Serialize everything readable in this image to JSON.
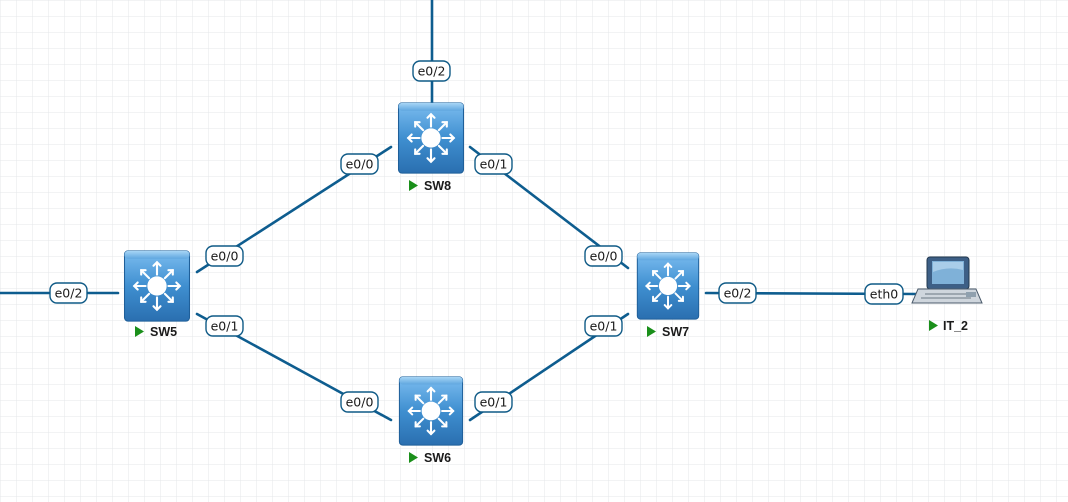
{
  "theme": {
    "grid": "#e3e6ea",
    "link": "#0e5d8f",
    "run": "#1a8f1a",
    "switch_top": "#6fb3e8",
    "switch_bottom": "#2f78b8"
  },
  "nodes": [
    {
      "id": "sw8",
      "label": "SW8",
      "type": "switch",
      "icon": "switch-icon",
      "status": "running"
    },
    {
      "id": "sw5",
      "label": "SW5",
      "type": "switch",
      "icon": "switch-icon",
      "status": "running"
    },
    {
      "id": "sw7",
      "label": "SW7",
      "type": "switch",
      "icon": "switch-icon",
      "status": "running"
    },
    {
      "id": "sw6",
      "label": "SW6",
      "type": "switch",
      "icon": "switch-icon",
      "status": "running"
    },
    {
      "id": "it2",
      "label": "IT_2",
      "type": "pc",
      "icon": "computer-icon",
      "status": "running"
    }
  ],
  "ports": {
    "sw8_up": "e0/2",
    "sw8_a": "e0/0",
    "sw8_b": "e0/1",
    "sw5_left": "e0/2",
    "sw5_a": "e0/0",
    "sw5_b": "e0/1",
    "sw7_a": "e0/0",
    "sw7_b": "e0/1",
    "sw7_right": "e0/2",
    "sw6_a": "e0/0",
    "sw6_b": "e0/1",
    "it2_eth": "eth0"
  }
}
